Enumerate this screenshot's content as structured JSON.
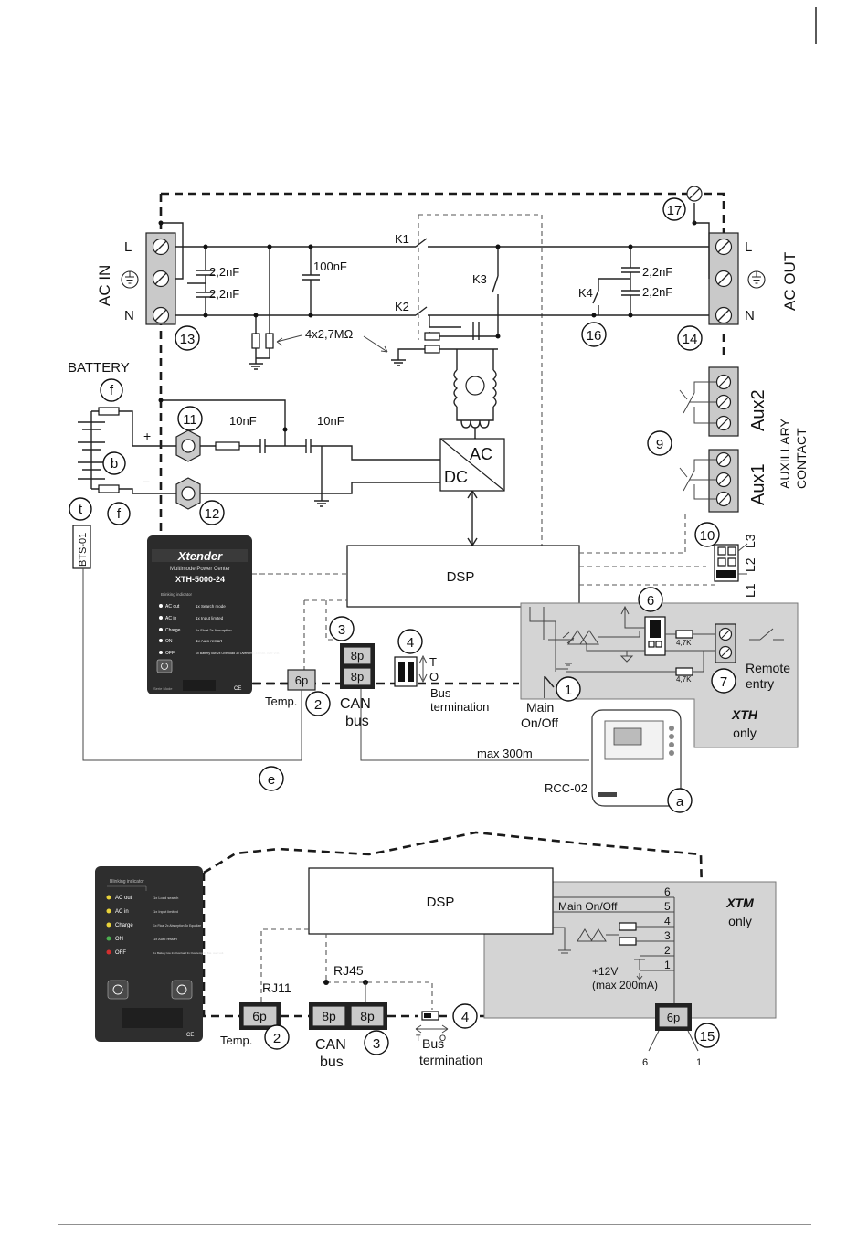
{
  "top": {
    "ac_in_label": "AC IN",
    "ac_out_label": "AC OUT",
    "L": "L",
    "N": "N",
    "cap1a": "2,2nF",
    "cap1b": "2,2nF",
    "cap100": "100nF",
    "cap2a": "2,2nF",
    "cap2b": "2,2nF",
    "k1": "K1",
    "k2": "K2",
    "k3": "K3",
    "k4": "K4",
    "resistors": "4x2,7MΩ",
    "battery": "BATTERY",
    "plus": "+",
    "minus": "−",
    "cap10a": "10nF",
    "cap10b": "10nF",
    "ac": "AC",
    "dc": "DC",
    "dsp": "DSP",
    "aux2": "Aux2",
    "aux1": "Aux1",
    "auxiliary": "AUXILLARY",
    "contact": "CONTACT",
    "L1": "L1",
    "L2": "L2",
    "L3": "L3",
    "bts": "BTS-01",
    "p6": "6p",
    "p8a": "8p",
    "p8b": "8p",
    "temp": "Temp.",
    "can": "CAN",
    "bus": "bus",
    "bus_term1": "Bus",
    "bus_term2": "termination",
    "T": "T",
    "O": "O",
    "main": "Main",
    "onoff": "On/Off",
    "r47a": "4,7K",
    "r47b": "4,7K",
    "remote1": "Remote",
    "remote2": "entry",
    "xth": "XTH",
    "only": "only",
    "max300": "max 300m",
    "rcc": "RCC-02",
    "num": {
      "n1": "1",
      "n2": "2",
      "n3": "3",
      "n4": "4",
      "n6": "6",
      "n7": "7",
      "n9": "9",
      "n10": "10",
      "n11": "11",
      "n12": "12",
      "n13": "13",
      "n14": "14",
      "n16": "16",
      "n17": "17",
      "a": "a",
      "b": "b",
      "e": "e",
      "f1": "f",
      "f2": "f",
      "t": "t"
    }
  },
  "panel_top": {
    "brand": "Xtender",
    "sub": "Multimode Power Center",
    "model": "XTH-5000-24",
    "blink": "Blinking indicator",
    "rows": [
      {
        "l": "AC out",
        "r": "1x Search mode"
      },
      {
        "l": "AC in",
        "r": "1x Input limited"
      },
      {
        "l": "Charge",
        "r": "1x Float  2x Absorption"
      },
      {
        "l": "ON",
        "r": "1x Auto restart"
      },
      {
        "l": "OFF",
        "r": "1x Battery low  2x Overload  3x Overtemp  4x Bat. over volt."
      }
    ],
    "serie": "Serie Mode",
    "ce": "CE"
  },
  "bottom": {
    "dsp": "DSP",
    "main_onoff": "Main On/Off",
    "pins": [
      "6",
      "5",
      "4",
      "3",
      "2",
      "1"
    ],
    "plus12": "+12V",
    "max200": "(max 200mA)",
    "xtm": "XTM",
    "only": "only",
    "rj11": "RJ11",
    "rj45": "RJ45",
    "p6": "6p",
    "p8a": "8p",
    "p8b": "8p",
    "p6r": "6p",
    "temp": "Temp.",
    "can": "CAN",
    "bus": "bus",
    "bus_term1": "Bus",
    "bus_term2": "termination",
    "T": "T",
    "O": "O",
    "pin6": "6",
    "pin1": "1",
    "num": {
      "n2": "2",
      "n3": "3",
      "n4": "4",
      "n15": "15"
    }
  },
  "panel_bottom": {
    "blink": "Blinking indicator",
    "rows": [
      {
        "l": "AC out",
        "r": "1x Load search"
      },
      {
        "l": "AC in",
        "r": "1x Input limited"
      },
      {
        "l": "Charge",
        "r": "1x Float 2x Absorption 3x Equalize"
      },
      {
        "l": "ON",
        "r": "1x Auto restart"
      },
      {
        "l": "OFF",
        "r": "1x Battery low 2x Overload 3x Overtemp 4x Bat. over volt."
      }
    ],
    "ce": "CE"
  }
}
